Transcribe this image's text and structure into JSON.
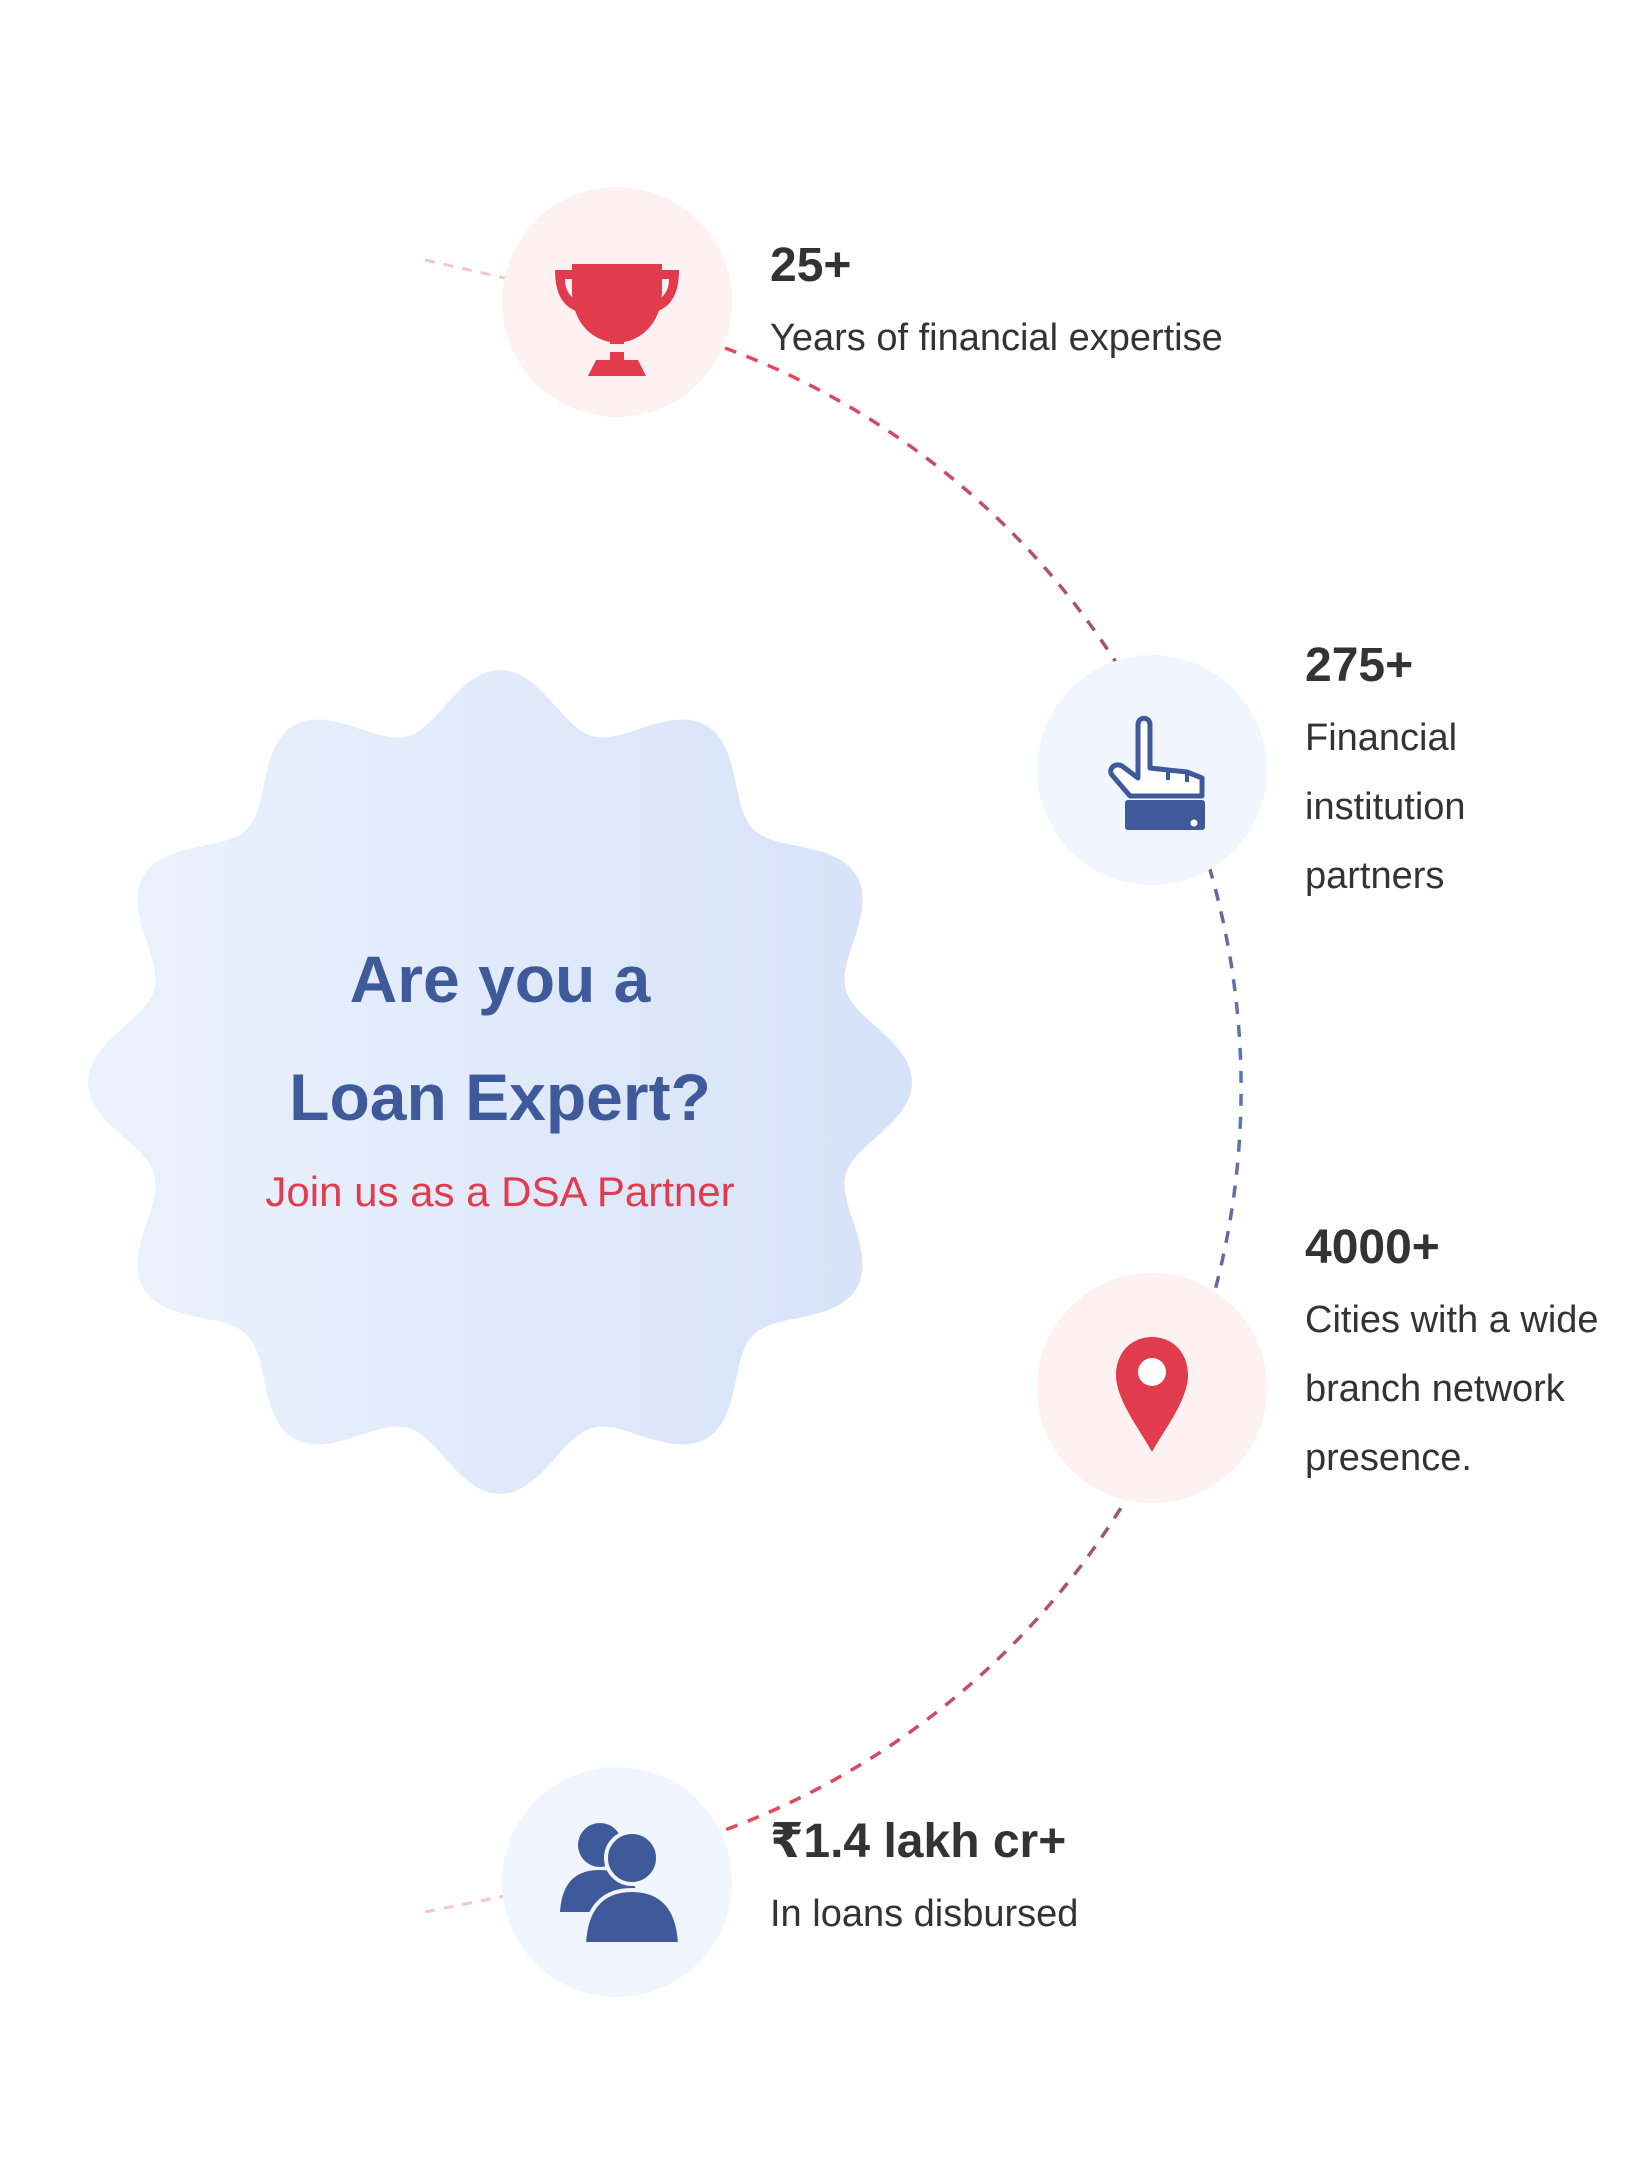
{
  "badge": {
    "headline_line1": "Are you a",
    "headline_line2": "Loan Expert?",
    "subline": "Join us as a DSA Partner"
  },
  "stats": [
    {
      "value": "25+",
      "label": "Years of financial expertise",
      "icon": "trophy-icon"
    },
    {
      "value": "275+",
      "label": "Financial institution partners",
      "icon": "pointing-hand-icon"
    },
    {
      "value": "4000+",
      "label": "Cities with a wide branch network presence.",
      "icon": "map-pin-icon"
    },
    {
      "value": "₹1.4 lakh cr+",
      "label": "In loans disbursed",
      "icon": "users-icon"
    }
  ],
  "colors": {
    "brand_blue": "#3f5a9a",
    "brand_red": "#e23b4e",
    "text_dark": "#333333",
    "badge_fill_light": "#eaf0fc",
    "badge_fill_dark": "#d6e3f8",
    "circle_pink": "#fdf1f1",
    "circle_blue": "#f1f5fd"
  }
}
